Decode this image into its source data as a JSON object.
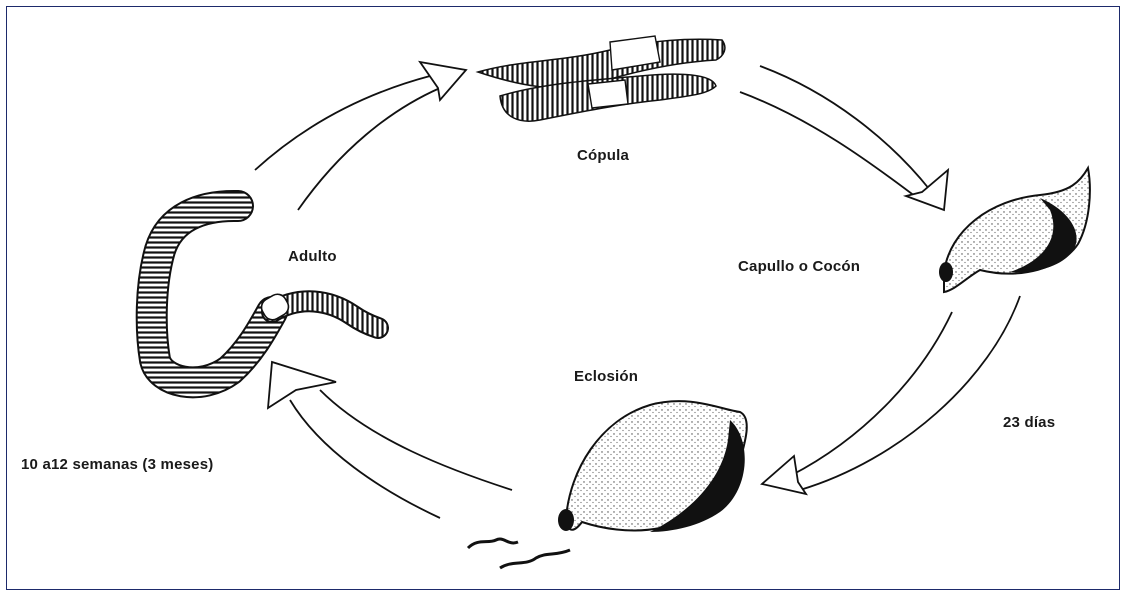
{
  "diagram": {
    "stages": {
      "copula": "Cópula",
      "capullo": "Capullo o Cocón",
      "adulto": "Adulto",
      "eclosion": "Eclosión"
    },
    "durations": {
      "cocoon_to_hatch": "23 días",
      "hatch_to_adult": "10 a12 semanas (3 meses)"
    },
    "colors": {
      "frame": "#1d2a6b",
      "ink": "#1a1a1a"
    }
  }
}
